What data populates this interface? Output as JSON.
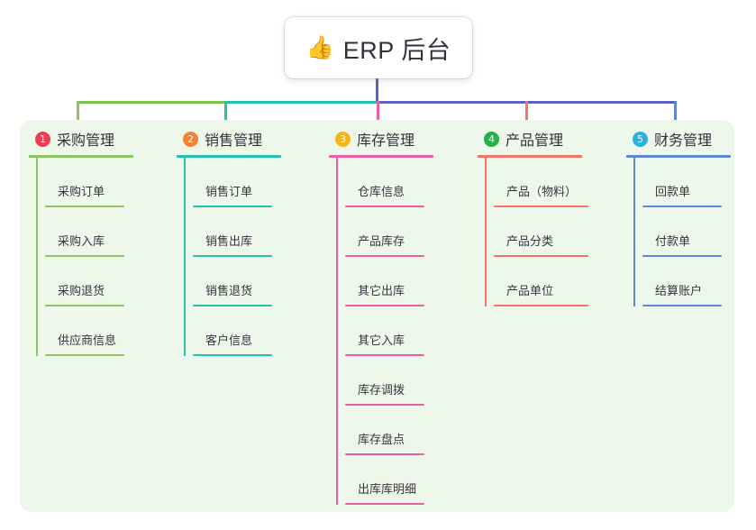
{
  "root": {
    "icon": "thumbs-up-icon",
    "icon_glyph": "👍",
    "label": "ERP 后台"
  },
  "panel": {
    "background": "#eef8ea"
  },
  "connector": {
    "stem_color": "#5b62c4",
    "bar_left_color": "#7cc24f",
    "bar_mid_color": "#20bfa9",
    "bar_right_color": "#5b62c4"
  },
  "columns": [
    {
      "index": "1",
      "badge_glyph": "1",
      "badge_color": "#ef3b56",
      "line_color": "#8cc565",
      "title": "采购管理",
      "children": [
        {
          "label": "采购订单"
        },
        {
          "label": "采购入库"
        },
        {
          "label": "采购退货"
        },
        {
          "label": "供应商信息"
        }
      ]
    },
    {
      "index": "2",
      "badge_glyph": "2",
      "badge_color": "#f58232",
      "line_color": "#27c0b0",
      "title": "销售管理",
      "children": [
        {
          "label": "销售订单"
        },
        {
          "label": "销售出库"
        },
        {
          "label": "销售退货"
        },
        {
          "label": "客户信息"
        }
      ]
    },
    {
      "index": "3",
      "badge_glyph": "3",
      "badge_color": "#f5b518",
      "line_color": "#ea5fa5",
      "title": "库存管理",
      "children": [
        {
          "label": "仓库信息"
        },
        {
          "label": "产品库存"
        },
        {
          "label": "其它出库"
        },
        {
          "label": "其它入库"
        },
        {
          "label": "库存调拨"
        },
        {
          "label": "库存盘点"
        },
        {
          "label": "出库库明细"
        }
      ]
    },
    {
      "index": "4",
      "badge_glyph": "4",
      "badge_color": "#25b24b",
      "line_color": "#f4736b",
      "title": "产品管理",
      "children": [
        {
          "label": "产品（物料）"
        },
        {
          "label": "产品分类"
        },
        {
          "label": "产品单位"
        }
      ]
    },
    {
      "index": "5",
      "badge_glyph": "5",
      "badge_color": "#29b0e8",
      "line_color": "#5f86d4",
      "title": "财务管理",
      "children": [
        {
          "label": "回款单"
        },
        {
          "label": "付款单"
        },
        {
          "label": "结算账户"
        }
      ]
    }
  ]
}
